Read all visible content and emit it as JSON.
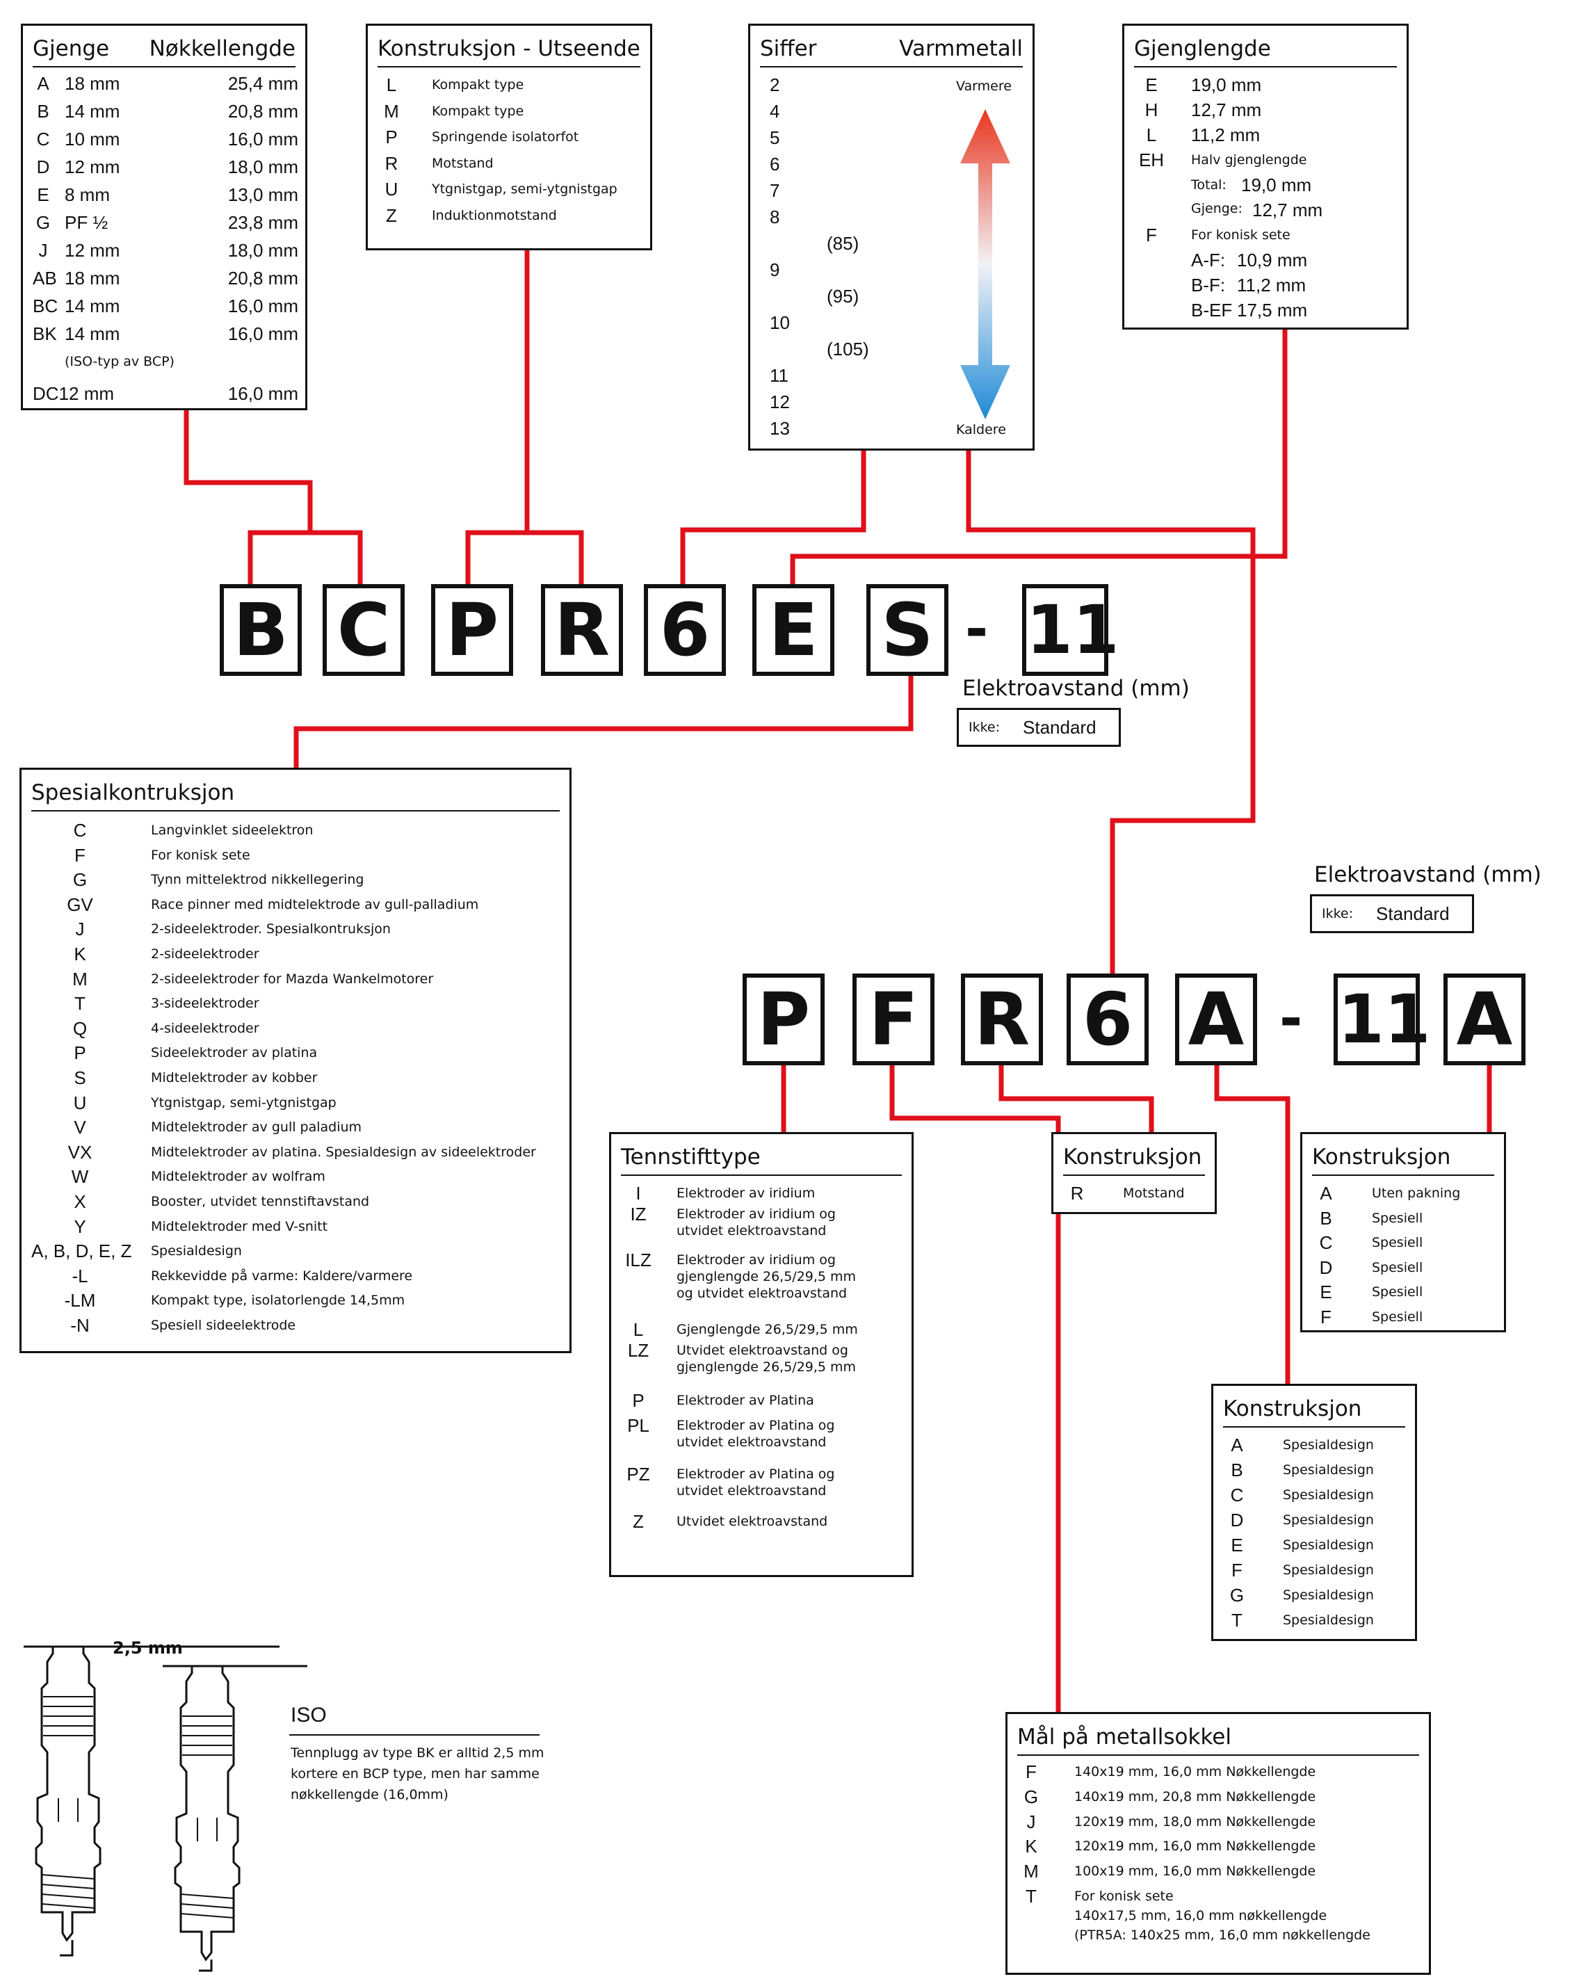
{
  "colors": {
    "wire": "#e0101b",
    "ink": "#111111",
    "hot": "#e8361f",
    "cold": "#1e8ad6"
  },
  "top_code": [
    "B",
    "C",
    "P",
    "R",
    "6",
    "E",
    "S",
    "-",
    "11"
  ],
  "bottom_code": [
    "P",
    "F",
    "R",
    "6",
    "A",
    "-",
    "11",
    "A"
  ],
  "thread": {
    "h1": "Gjenge",
    "h2": "Nøkkellengde",
    "rows": [
      {
        "c": "A",
        "a": "18 mm",
        "b": "25,4 mm"
      },
      {
        "c": "B",
        "a": "14 mm",
        "b": "20,8 mm"
      },
      {
        "c": "C",
        "a": "10 mm",
        "b": "16,0 mm"
      },
      {
        "c": "D",
        "a": "12 mm",
        "b": "18,0 mm"
      },
      {
        "c": "E",
        "a": "8 mm",
        "b": "13,0 mm"
      },
      {
        "c": "G",
        "a": "PF ½",
        "b": "23,8 mm"
      },
      {
        "c": "J",
        "a": "12 mm",
        "b": "18,0 mm"
      },
      {
        "c": "AB",
        "a": "18 mm",
        "b": "20,8 mm"
      },
      {
        "c": "BC",
        "a": "14 mm",
        "b": "16,0 mm"
      },
      {
        "c": "BK",
        "a": "14 mm",
        "b": "16,0 mm"
      }
    ],
    "note": "(ISO-typ av BCP)",
    "last": {
      "c": "DC12 mm",
      "b": "16,0 mm"
    }
  },
  "construction": {
    "h1": "Konstruksjon - Utseende",
    "rows": [
      {
        "c": "L",
        "d": "Kompakt type"
      },
      {
        "c": "M",
        "d": "Kompakt type"
      },
      {
        "c": "P",
        "d": "Springende isolatorfot"
      },
      {
        "c": "R",
        "d": "Motstand"
      },
      {
        "c": "U",
        "d": "Ytgnistgap, semi-ytgnistgap"
      },
      {
        "c": "Z",
        "d": "Induktionmotstand"
      }
    ]
  },
  "heat": {
    "h1": "Siffer",
    "h2": "Varmmetall",
    "digits": [
      "2",
      "4",
      "5",
      "6",
      "7",
      "8",
      "9",
      "10",
      "11",
      "12",
      "13"
    ],
    "sub": [
      "(85)",
      "(95)",
      "(105)"
    ],
    "hot_label": "Varmere",
    "cold_label": "Kaldere"
  },
  "reach": {
    "h1": "Gjenglengde",
    "rows": [
      {
        "c": "E",
        "v": "19,0 mm"
      },
      {
        "c": "H",
        "v": "12,7 mm"
      },
      {
        "c": "L",
        "v": "11,2 mm"
      }
    ],
    "eh": {
      "c": "EH",
      "d": "Halv gjenglengde",
      "total_l": "Total:",
      "total_v": "19,0 mm",
      "gj_l": "Gjenge:",
      "gj_v": "12,7 mm"
    },
    "f": {
      "c": "F",
      "d": "For konisk sete",
      "r1_l": "A-F:",
      "r1_v": "10,9 mm",
      "r2_l": "B-F:",
      "r2_v": "11,2 mm",
      "r3_l": "B-EF",
      "r3_v": "17,5 mm"
    }
  },
  "gap_top": {
    "title": "Elektroavstand  (mm)",
    "k": "Ikke:",
    "v": "Standard"
  },
  "gap_bottom": {
    "title": "Elektroavstand  (mm)",
    "k": "Ikke:",
    "v": "Standard"
  },
  "special": {
    "h1": "Spesialkontruksjon",
    "rows": [
      {
        "c": "C",
        "d": "Langvinklet sideelektron"
      },
      {
        "c": "F",
        "d": "For konisk sete"
      },
      {
        "c": "G",
        "d": "Tynn mittelektrod nikkellegering"
      },
      {
        "c": "GV",
        "d": "Race pinner med midtelektrode av gull-palladium"
      },
      {
        "c": "J",
        "d": "2-sideelektroder. Spesialkontruksjon"
      },
      {
        "c": "K",
        "d": "2-sideelektroder"
      },
      {
        "c": "M",
        "d": "2-sideelektroder for Mazda Wankelmotorer"
      },
      {
        "c": "T",
        "d": "3-sideelektroder"
      },
      {
        "c": "Q",
        "d": "4-sideelektroder"
      },
      {
        "c": "P",
        "d": "Sideelektroder av platina"
      },
      {
        "c": "S",
        "d": "Midtelektroder av kobber"
      },
      {
        "c": "U",
        "d": "Ytgnistgap, semi-ytgnistgap"
      },
      {
        "c": "V",
        "d": "Midtelektroder av gull paladium"
      },
      {
        "c": "VX",
        "d": "Midtelektroder av platina. Spesialdesign av sideelektroder"
      },
      {
        "c": "W",
        "d": "Midtelektroder av wolfram"
      },
      {
        "c": "X",
        "d": "Booster, utvidet tennstiftavstand"
      },
      {
        "c": "Y",
        "d": "Midtelektroder med V-snitt"
      },
      {
        "c": "A, B, D, E, Z",
        "d": "Spesialdesign"
      },
      {
        "c": "-L",
        "d": "Rekkevidde på varme: Kaldere/varmere"
      },
      {
        "c": "-LM",
        "d": "Kompakt type, isolatorlengde 14,5mm"
      },
      {
        "c": "-N",
        "d": "Spesiell sideelektrode"
      }
    ]
  },
  "tennstift": {
    "h1": "Tennstifttype",
    "rows": [
      {
        "c": "I",
        "d": "Elektroder av iridium"
      },
      {
        "c": "IZ",
        "d": "Elektroder av iridium og",
        "d2": "utvidet elektroavstand"
      },
      {
        "c": "ILZ",
        "d": "Elektroder av iridium og",
        "d2": "gjenglengde 26,5/29,5 mm",
        "d3": "og utvidet elektroavstand"
      },
      {
        "c": "L",
        "d": "Gjenglengde 26,5/29,5 mm"
      },
      {
        "c": "LZ",
        "d": "Utvidet elektroavstand og",
        "d2": "gjenglengde 26,5/29,5 mm"
      },
      {
        "c": "P",
        "d": "Elektroder av Platina"
      },
      {
        "c": "PL",
        "d": "Elektroder av Platina og",
        "d2": "utvidet elektroavstand"
      },
      {
        "c": "PZ",
        "d": "Elektroder av Platina og",
        "d2": "utvidet elektroavstand"
      },
      {
        "c": "Z",
        "d": "Utvidet elektroavstand"
      }
    ]
  },
  "konstr_r": {
    "h1": "Konstruksjon",
    "rows": [
      {
        "c": "R",
        "d": "Motstand"
      }
    ]
  },
  "konstr_a": {
    "h1": "Konstruksjon",
    "rows": [
      {
        "c": "A",
        "d": "Uten pakning"
      },
      {
        "c": "B",
        "d": "Spesiell"
      },
      {
        "c": "C",
        "d": "Spesiell"
      },
      {
        "c": "D",
        "d": "Spesiell"
      },
      {
        "c": "E",
        "d": "Spesiell"
      },
      {
        "c": "F",
        "d": "Spesiell"
      }
    ]
  },
  "konstr_sp": {
    "h1": "Konstruksjon",
    "rows": [
      {
        "c": "A",
        "d": "Spesialdesign"
      },
      {
        "c": "B",
        "d": "Spesialdesign"
      },
      {
        "c": "C",
        "d": "Spesialdesign"
      },
      {
        "c": "D",
        "d": "Spesialdesign"
      },
      {
        "c": "E",
        "d": "Spesialdesign"
      },
      {
        "c": "F",
        "d": "Spesialdesign"
      },
      {
        "c": "G",
        "d": "Spesialdesign"
      },
      {
        "c": "T",
        "d": "Spesialdesign"
      }
    ]
  },
  "sokkel": {
    "h1": "Mål på metallsokkel",
    "rows": [
      {
        "c": "F",
        "d": "140x19 mm, 16,0 mm Nøkkellengde"
      },
      {
        "c": "G",
        "d": "140x19 mm, 20,8 mm Nøkkellengde"
      },
      {
        "c": "J",
        "d": "120x19 mm, 18,0 mm Nøkkellengde"
      },
      {
        "c": "K",
        "d": "120x19 mm, 16,0 mm Nøkkellengde"
      },
      {
        "c": "M",
        "d": "100x19 mm, 16,0 mm Nøkkellengde"
      },
      {
        "c": "T",
        "d": "For konisk sete",
        "d2": "140x17,5 mm, 16,0 mm nøkkellengde",
        "d3": "(PTR5A: 140x25 mm, 16,0 mm nøkkellengde"
      }
    ]
  },
  "iso": {
    "dim": "2,5 mm",
    "title": "ISO",
    "text1": "Tennplugg av type BK er alltid 2,5 mm",
    "text2": "kortere en BCP type, men har samme",
    "text3": "nøkkellengde (16,0mm)"
  }
}
